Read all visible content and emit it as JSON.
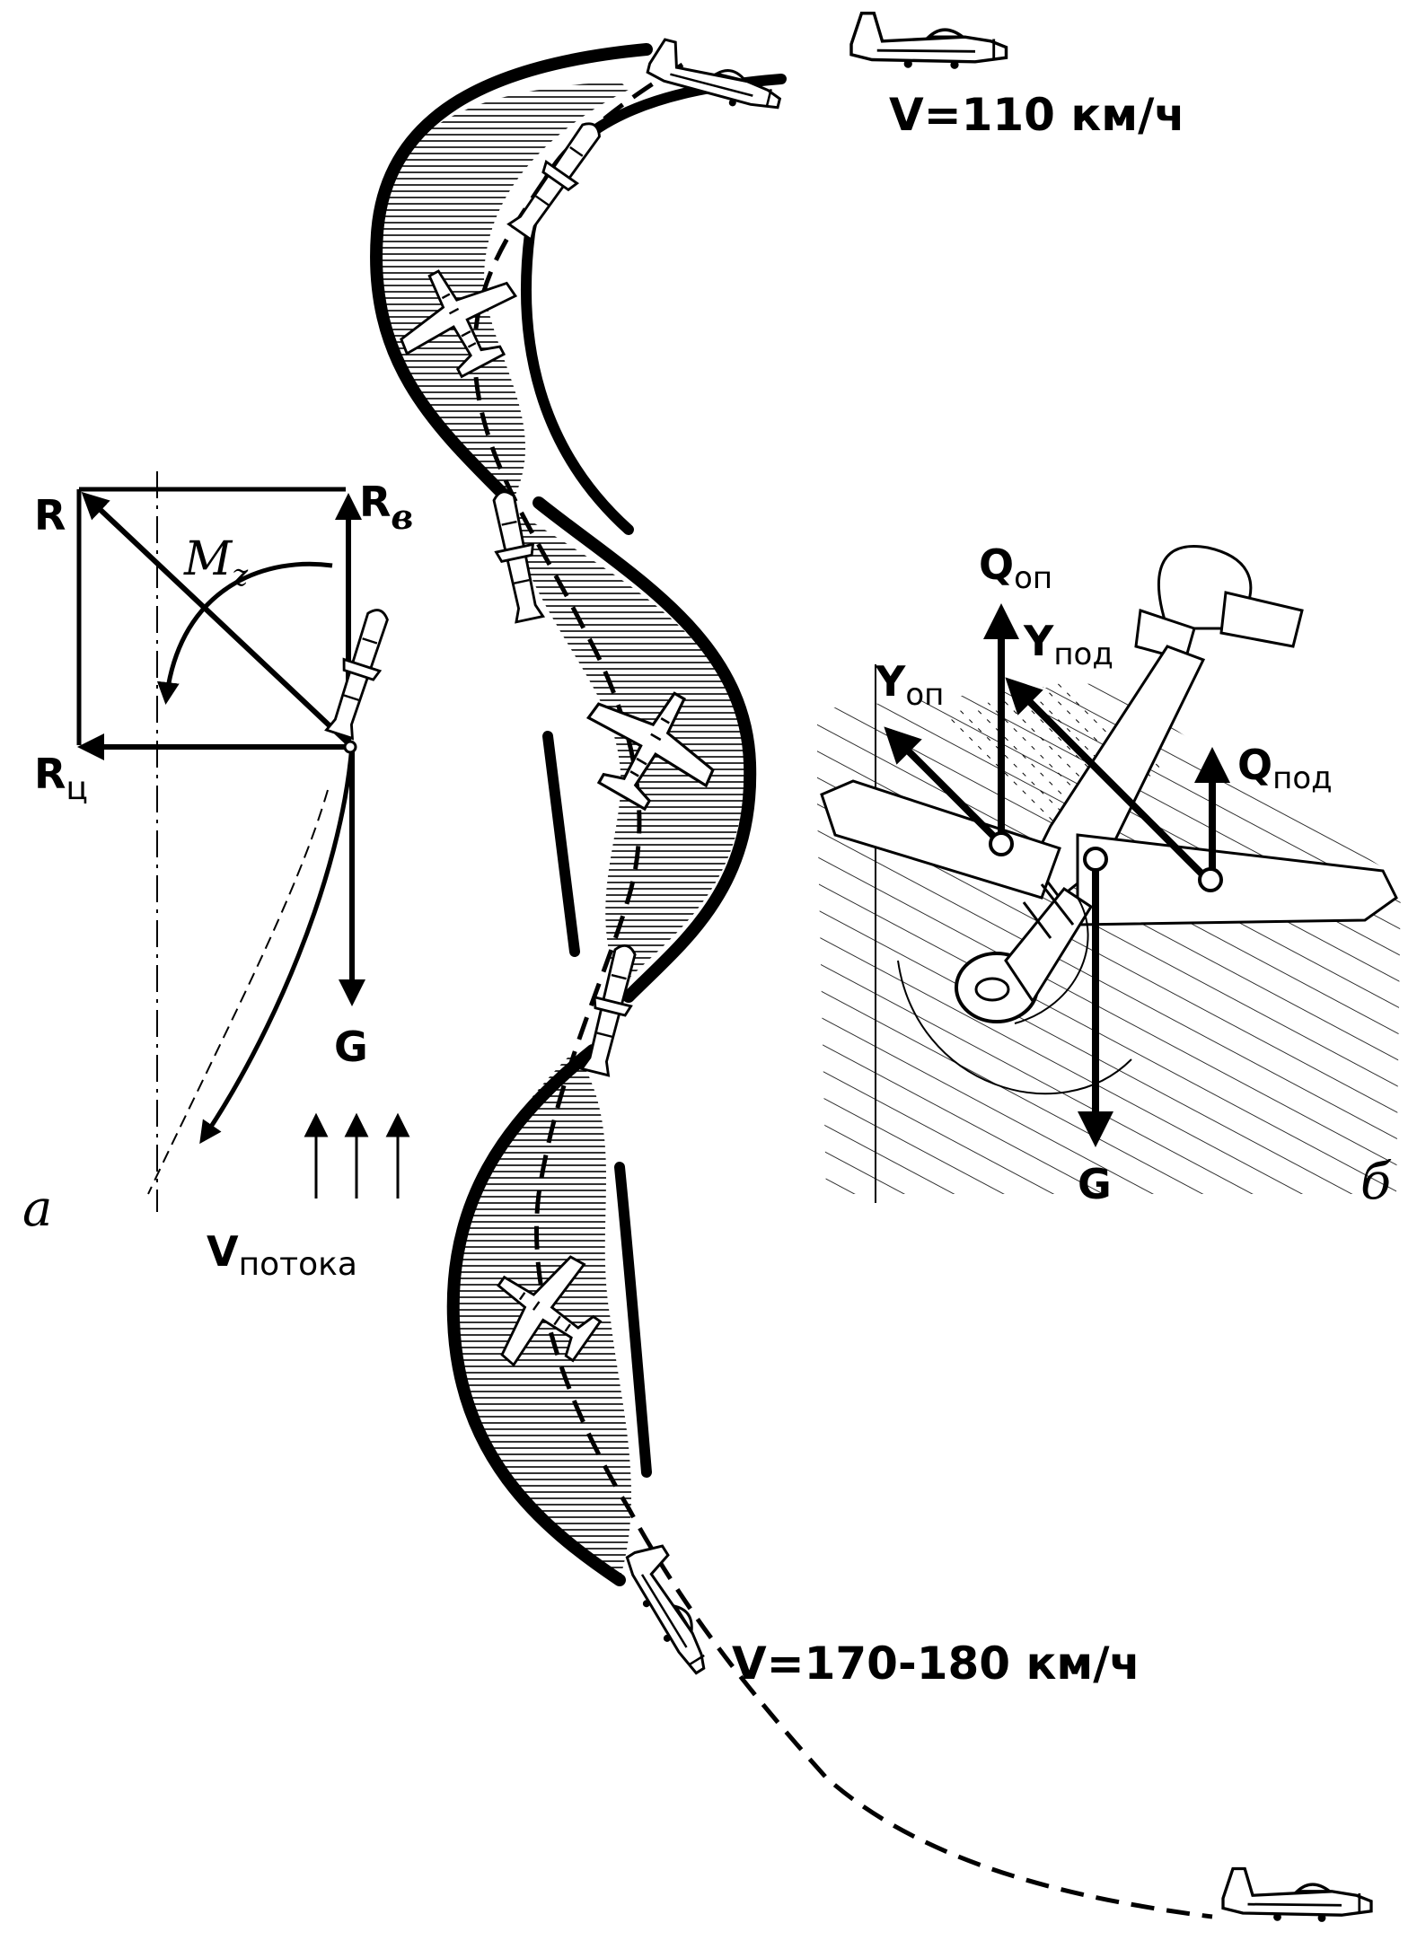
{
  "speeds": {
    "top": "V=110 км/ч",
    "bottom": "V=170-180 км/ч"
  },
  "panel_a": {
    "tag": "а",
    "R": "R",
    "R_b_main": "R",
    "R_b_sub": "в",
    "R_c_main": "R",
    "R_c_sub": "ц",
    "M_main": "M",
    "M_sub": "z",
    "G": "G",
    "flow_main": "V",
    "flow_sub": "потока"
  },
  "panel_b": {
    "tag": "б",
    "Q_op_main": "Q",
    "Q_op_sub": "оп",
    "Y_op_main": "Y",
    "Y_op_sub": "оп",
    "Y_pod_main": "Y",
    "Y_pod_sub": "под",
    "Q_pod_main": "Q",
    "Q_pod_sub": "под",
    "G": "G"
  }
}
